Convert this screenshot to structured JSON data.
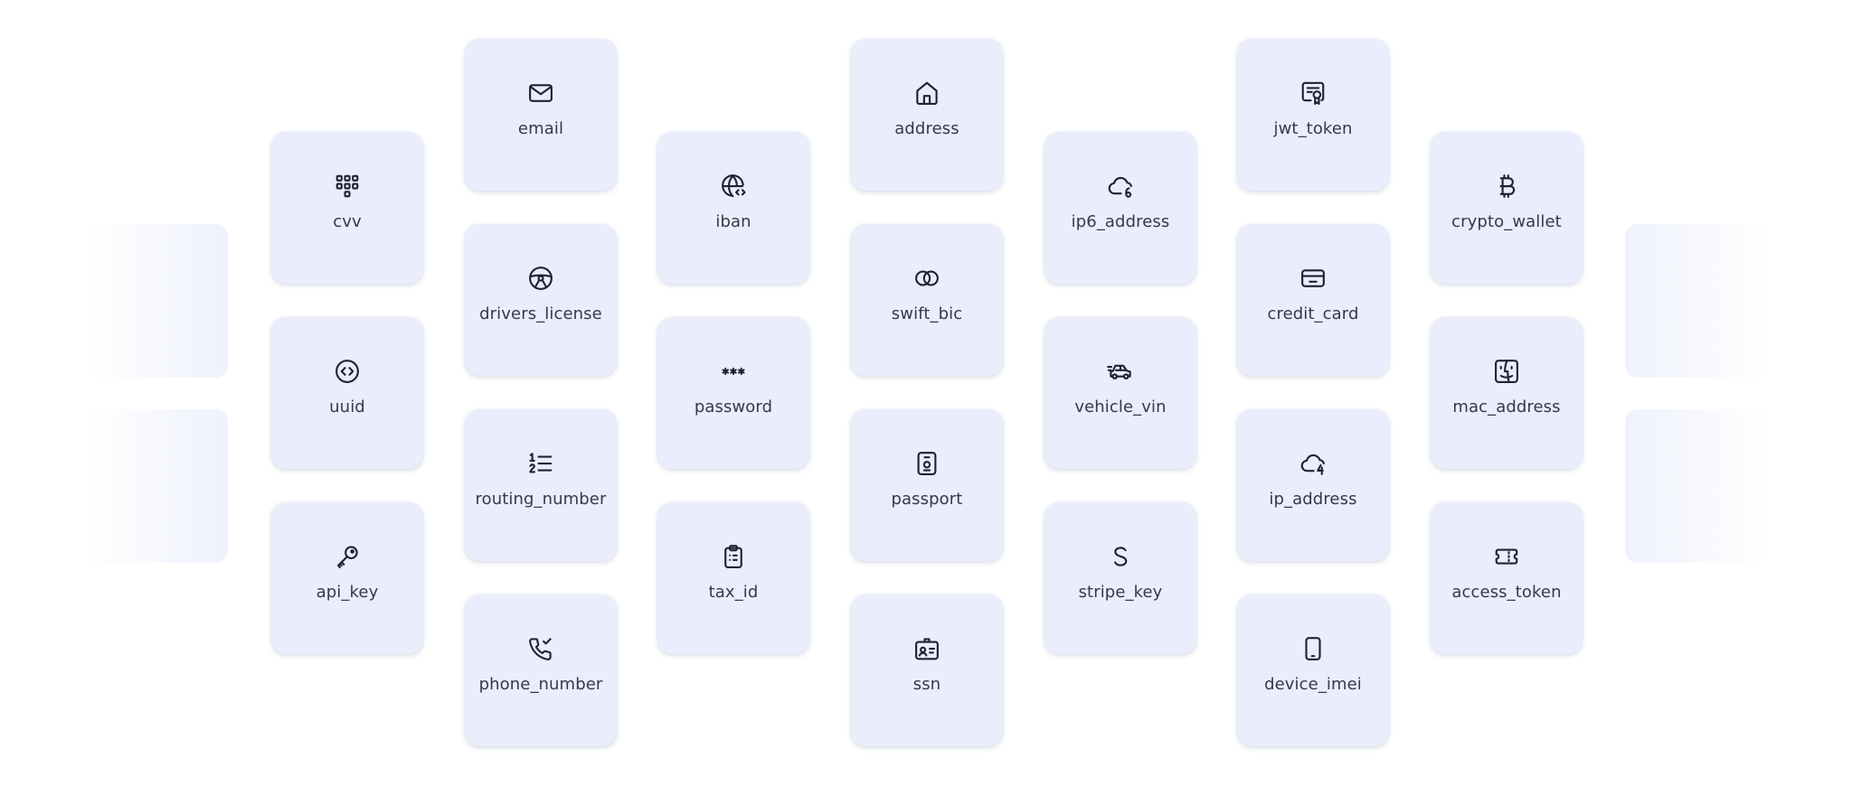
{
  "tiles": [
    {
      "id": "cvv",
      "label": "cvv",
      "icon": "keypad-icon"
    },
    {
      "id": "uuid",
      "label": "uuid",
      "icon": "code-circle-icon"
    },
    {
      "id": "api_key",
      "label": "api_key",
      "icon": "key-icon"
    },
    {
      "id": "email",
      "label": "email",
      "icon": "mail-icon"
    },
    {
      "id": "drivers_license",
      "label": "drivers_license",
      "icon": "steering-wheel-icon"
    },
    {
      "id": "routing_number",
      "label": "routing_number",
      "icon": "numbered-list-icon"
    },
    {
      "id": "phone_number",
      "label": "phone_number",
      "icon": "phone-check-icon"
    },
    {
      "id": "iban",
      "label": "iban",
      "icon": "globe-code-icon"
    },
    {
      "id": "password",
      "label": "password",
      "icon": "asterisks-icon"
    },
    {
      "id": "tax_id",
      "label": "tax_id",
      "icon": "clipboard-list-icon"
    },
    {
      "id": "address",
      "label": "address",
      "icon": "home-icon"
    },
    {
      "id": "swift_bic",
      "label": "swift_bic",
      "icon": "linked-rings-icon"
    },
    {
      "id": "passport",
      "label": "passport",
      "icon": "passport-icon"
    },
    {
      "id": "ssn",
      "label": "ssn",
      "icon": "id-card-icon"
    },
    {
      "id": "ip6_address",
      "label": "ip6_address",
      "icon": "cloud-six-icon"
    },
    {
      "id": "vehicle_vin",
      "label": "vehicle_vin",
      "icon": "car-icon"
    },
    {
      "id": "stripe_key",
      "label": "stripe_key",
      "icon": "stripe-s-icon"
    },
    {
      "id": "jwt_token",
      "label": "jwt_token",
      "icon": "certificate-icon"
    },
    {
      "id": "credit_card",
      "label": "credit_card",
      "icon": "credit-card-icon"
    },
    {
      "id": "ip_address",
      "label": "ip_address",
      "icon": "cloud-four-icon"
    },
    {
      "id": "device_imei",
      "label": "device_imei",
      "icon": "smartphone-icon"
    },
    {
      "id": "crypto_wallet",
      "label": "crypto_wallet",
      "icon": "bitcoin-icon"
    },
    {
      "id": "mac_address",
      "label": "mac_address",
      "icon": "finder-icon"
    },
    {
      "id": "access_token",
      "label": "access_token",
      "icon": "ticket-icon"
    }
  ]
}
